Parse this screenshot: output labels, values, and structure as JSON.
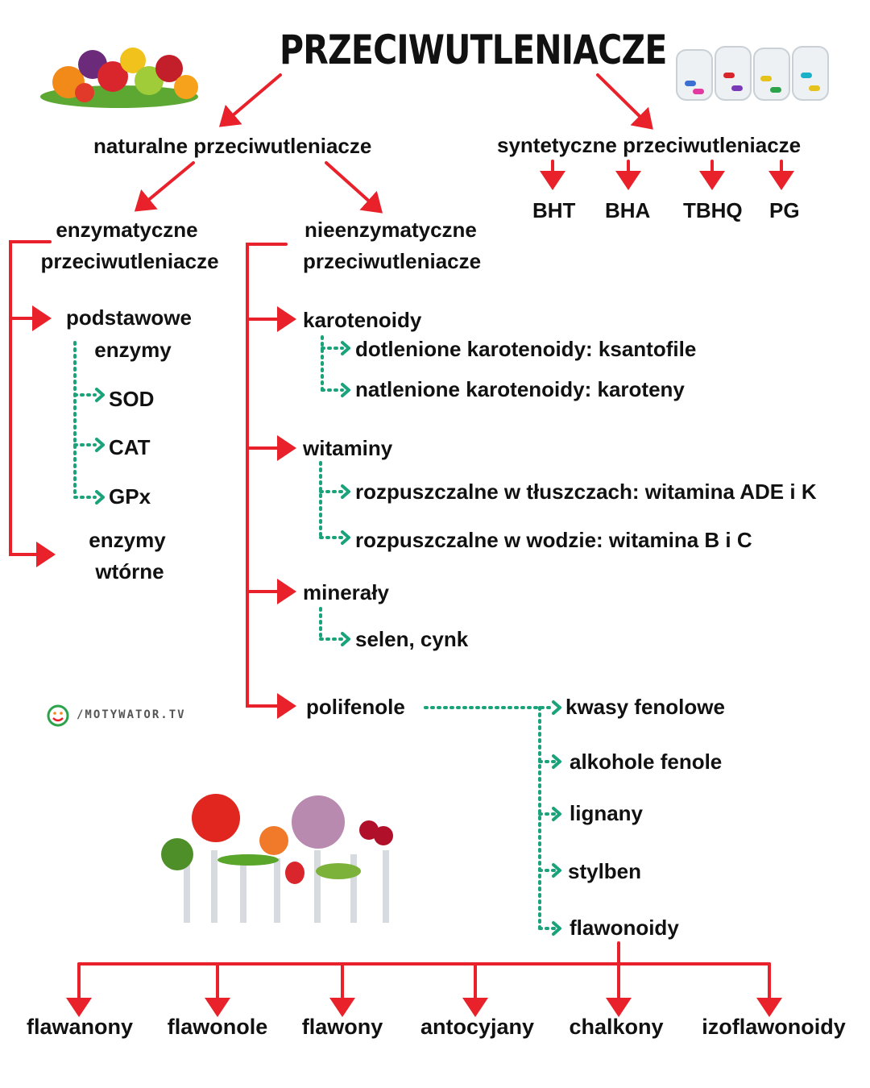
{
  "title": "PRZECIWUTLENIACZE",
  "natural": {
    "label": "naturalne przeciwutleniacze",
    "enzymatic": {
      "label_line1": "enzymatyczne",
      "label_line2": "przeciwutleniacze",
      "basic_line1": "podstawowe",
      "basic_line2": "enzymy",
      "basic_items": [
        "SOD",
        "CAT",
        "GPx"
      ],
      "secondary_line1": "enzymy",
      "secondary_line2": "wtórne"
    },
    "nonenzymatic": {
      "label_line1": "nieenzymatyczne",
      "label_line2": "przeciwutleniacze",
      "groups": [
        {
          "label": "karotenoidy",
          "items": [
            "dotlenione karotenoidy: ksantofile",
            "natlenione karotenoidy: karoteny"
          ]
        },
        {
          "label": "witaminy",
          "items": [
            "rozpuszczalne w tłuszczach: witamina ADE i K",
            "rozpuszczalne w wodzie: witamina B i C"
          ]
        },
        {
          "label": "minerały",
          "items": [
            "selen, cynk"
          ]
        },
        {
          "label": "polifenole",
          "items": [
            "kwasy fenolowe",
            "alkohole fenole",
            "lignany",
            "stylben",
            "flawonoidy"
          ]
        }
      ]
    }
  },
  "synthetic": {
    "label": "syntetyczne przeciwutleniacze",
    "items": [
      "BHT",
      "BHA",
      "TBHQ",
      "PG"
    ]
  },
  "flavonoids": [
    "flawanony",
    "flawonole",
    "flawony",
    "antocyjany",
    "chalkony",
    "izoflawonoidy"
  ],
  "brand": "/MOTYWATOR.TV",
  "colors": {
    "arrow": "#e8212a",
    "dotted": "#1aa37a",
    "text": "#111111"
  }
}
